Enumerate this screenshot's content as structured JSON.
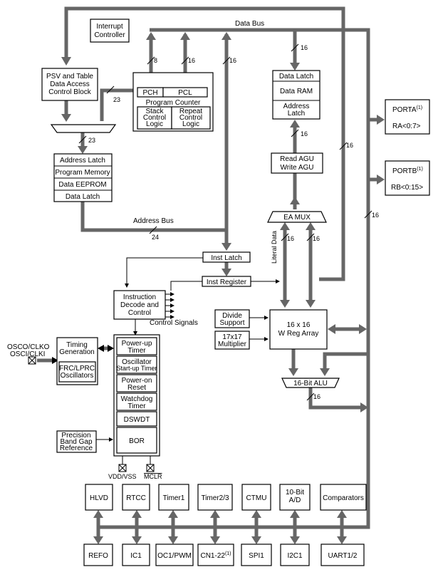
{
  "labels": {
    "interrupt": [
      "Interrupt",
      "Controller"
    ],
    "psv": [
      "PSV and Table",
      "Data Access",
      "Control Block"
    ],
    "pch": "PCH",
    "pcl": "PCL",
    "program_counter": "Program Counter",
    "stack": [
      "Stack",
      "Control",
      "Logic"
    ],
    "repeat": [
      "Repeat",
      "Control",
      "Logic"
    ],
    "address_latch": "Address Latch",
    "program_memory": "Program Memory",
    "data_eeprom": "Data EEPROM",
    "data_latch_lower": "Data Latch",
    "data_bus": "Data Bus",
    "data_latch": "Data Latch",
    "data_ram": "Data RAM",
    "address_latch_ram": [
      "Address",
      "Latch"
    ],
    "read_agu": "Read AGU",
    "write_agu": "Write AGU",
    "porta": "PORTA",
    "porta_sup": "(1)",
    "porta_pins": "RA<0:7>",
    "portb": "PORTB",
    "portb_sup": "(1)",
    "portb_pins": "RB<0:15>",
    "ea_mux": "EA MUX",
    "literal_data": "Literal Data",
    "address_bus": "Address Bus",
    "inst_latch": "Inst Latch",
    "inst_register": "Inst Register",
    "instruction_decode": [
      "Instruction",
      "Decode and",
      "Control"
    ],
    "control_signals": "Control Signals",
    "divide_support": [
      "Divide",
      "Support"
    ],
    "multiplier": [
      "17x17",
      "Multiplier"
    ],
    "w_reg": [
      "16 x 16",
      "W Reg Array"
    ],
    "alu": "16-Bit ALU",
    "osc_labels": [
      "OSCO/CLKO",
      "OSCI/CLKI"
    ],
    "timing": [
      "Timing",
      "Generation"
    ],
    "frc": [
      "FRC/LPRC",
      "Oscillators"
    ],
    "power_up": [
      "Power-up",
      "Timer"
    ],
    "osc_start": [
      "Oscillator",
      "Start-up Timer"
    ],
    "power_on": [
      "Power-on",
      "Reset"
    ],
    "watchdog": [
      "Watchdog",
      "Timer"
    ],
    "dswdt": "DSWDT",
    "bor": "BOR",
    "precision": [
      "Precision",
      "Band Gap",
      "Reference"
    ],
    "vdd_vss": "VDD/VSS",
    "mclr": "MCLR"
  },
  "widths": {
    "w8": "8",
    "w16_pch": "16",
    "w16_dbus": "16",
    "w23a": "23",
    "w23b": "23",
    "w16_ram": "16",
    "w16_agu": "16",
    "w16_right": "16",
    "w16_right2": "16",
    "w16_ea1": "16",
    "w16_ea2": "16",
    "w24": "24",
    "w16_alu": "16"
  },
  "peripherals_top": [
    "HLVD",
    "RTCC",
    "Timer1",
    "Timer2/3",
    "CTMU",
    "10-Bit A/D",
    "Comparators"
  ],
  "peripherals_bottom": [
    {
      "label": "REFO",
      "sup": ""
    },
    {
      "label": "IC1",
      "sup": ""
    },
    {
      "label": "OC1/PWM",
      "sup": ""
    },
    {
      "label": "CN1-22",
      "sup": "(1)"
    },
    {
      "label": "SPI1",
      "sup": ""
    },
    {
      "label": "I2C1",
      "sup": ""
    },
    {
      "label": "UART1/2",
      "sup": ""
    }
  ],
  "colors": {
    "bus": "#666666",
    "line": "#000000"
  }
}
